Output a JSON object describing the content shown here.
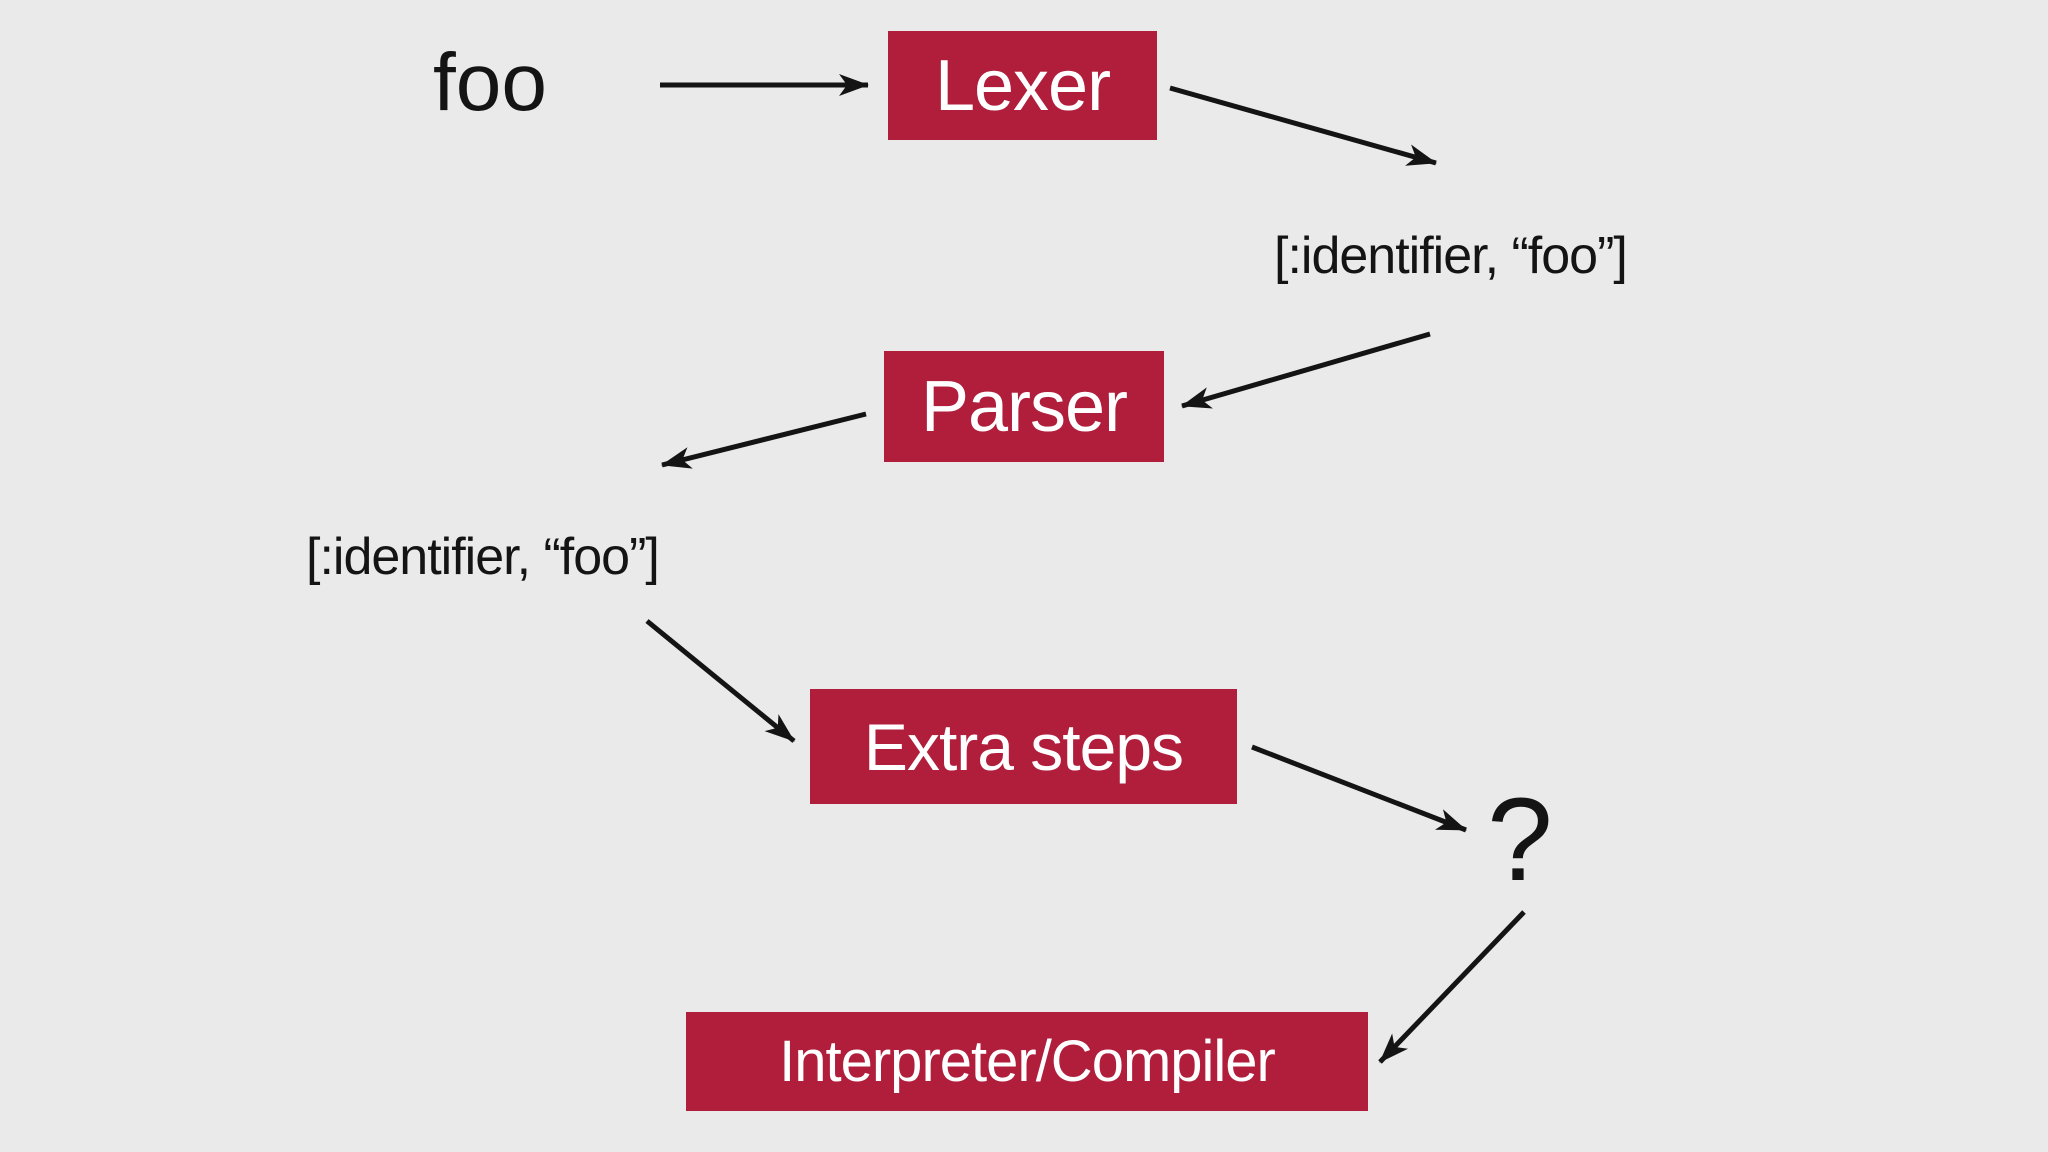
{
  "diagram": {
    "background_color": "#ebeaea",
    "box_fill_color": "#b01e3c",
    "box_text_color": "#ffffff",
    "text_color": "#141414",
    "arrow_color": "#141414",
    "source_label": "foo",
    "lexer_label": "Lexer",
    "lexer_output_token": "[:identifier, “foo”]",
    "parser_label": "Parser",
    "parser_output_token": "[:identifier, “foo”]",
    "extra_steps_label": "Extra steps",
    "question_label": "?",
    "interpreter_label": "Interpreter/Compiler",
    "edges": [
      {
        "from": "foo",
        "to": "Lexer"
      },
      {
        "from": "Lexer",
        "to": "[:identifier, “foo”]"
      },
      {
        "from": "[:identifier, “foo”]",
        "to": "Parser"
      },
      {
        "from": "Parser",
        "to": "[:identifier, “foo”]"
      },
      {
        "from": "[:identifier, “foo”]",
        "to": "Extra steps"
      },
      {
        "from": "Extra steps",
        "to": "?"
      },
      {
        "from": "?",
        "to": "Interpreter/Compiler"
      }
    ]
  }
}
